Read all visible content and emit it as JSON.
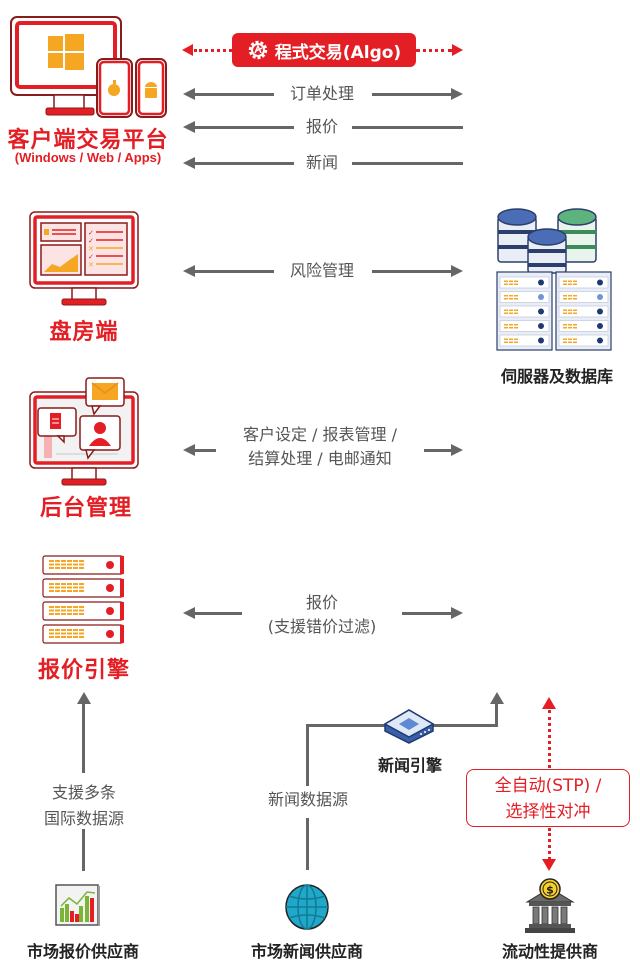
{
  "colors": {
    "accent_red": "#e31e24",
    "connector_gray": "#666666",
    "orange": "#f5a623",
    "server_blue": "#4a6db5",
    "db_green": "#5db37e",
    "globe_teal": "#1fa8c9"
  },
  "nodes": {
    "client_platform": {
      "title": "客户端交易平台",
      "subtitle": "(Windows / Web / Apps)",
      "icons": [
        "monitor-windows-icon",
        "iphone-apple-icon",
        "android-phone-icon"
      ]
    },
    "dealer": {
      "title": "盘房端",
      "icon": "dealer-dashboard-monitor-icon"
    },
    "backoffice": {
      "title": "后台管理",
      "icon": "backoffice-monitor-icon"
    },
    "price_engine": {
      "title": "报价引擎",
      "icon": "server-rack-icon"
    },
    "servers_db": {
      "title": "伺服器及数据库",
      "icon": "servers-database-icon"
    },
    "news_engine": {
      "title": "新闻引擎",
      "icon": "news-engine-router-icon"
    },
    "market_price_provider": {
      "title": "市场报价供应商",
      "icon": "chart-board-icon"
    },
    "market_news_provider": {
      "title": "市场新闻供应商",
      "icon": "globe-icon"
    },
    "liquidity_provider": {
      "title": "流动性提供商",
      "icon": "bank-dollar-icon"
    }
  },
  "connectors": {
    "algo": {
      "label": "程式交易(Algo)",
      "icon": "algo-gear-icon",
      "style": "dotted-red-bidirectional"
    },
    "order": {
      "label": "订单处理",
      "direction": "bidirectional"
    },
    "quote": {
      "label": "报价",
      "direction": "to-client"
    },
    "news": {
      "label": "新闻",
      "direction": "to-client"
    },
    "risk": {
      "label": "风险管理",
      "direction": "bidirectional"
    },
    "backoffice": {
      "line1": "客户设定 / 报表管理 /",
      "line2": "结算处理 / 电邮通知",
      "direction": "bidirectional"
    },
    "price": {
      "line1": "报价",
      "line2": "(支援错价过滤)",
      "direction": "bidirectional"
    },
    "market_feed": {
      "line1": "支援多条",
      "line2": "国际数据源",
      "direction": "up"
    },
    "news_feed": {
      "label": "新闻数据源",
      "direction": "up"
    },
    "stp": {
      "line1": "全自动(STP) /",
      "line2": "选择性对冲",
      "style": "dotted-red-bidirectional"
    }
  }
}
